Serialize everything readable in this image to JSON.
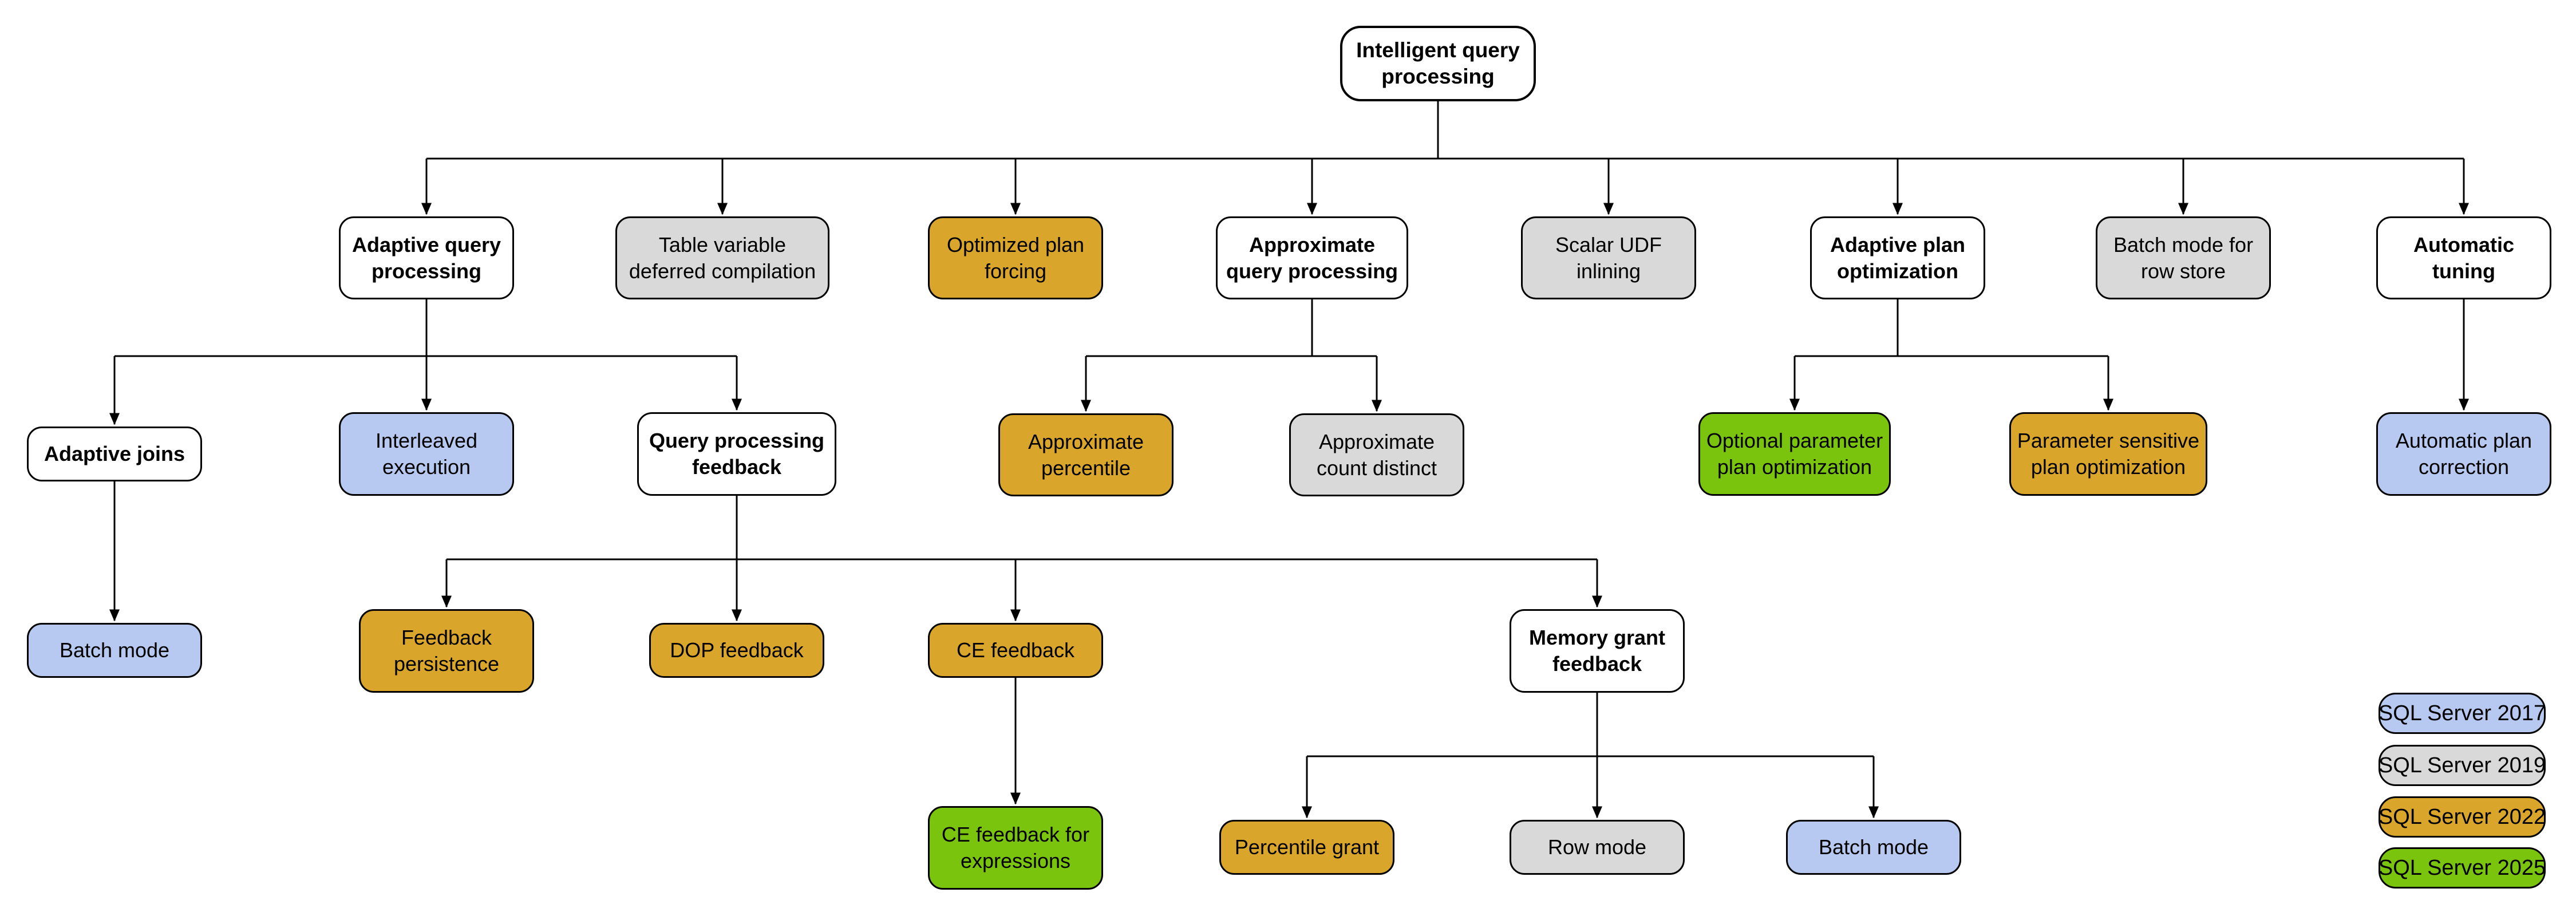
{
  "colors": {
    "white": "#ffffff",
    "gray": "#d9d9d9",
    "gold": "#d9a62b",
    "blue": "#b7c9f0",
    "green": "#7ac40e",
    "line": "#000000",
    "border": "#000000"
  },
  "nodes": [
    {
      "id": "intelligent-query-processing",
      "label": "Intelligent query\nprocessing",
      "fill": "white"
    },
    {
      "id": "adaptive-query-processing",
      "label": "Adaptive query\nprocessing",
      "fill": "white"
    },
    {
      "id": "table-variable-deferred-compilation",
      "label": "Table variable\ndeferred compilation",
      "fill": "gray"
    },
    {
      "id": "optimized-plan-forcing",
      "label": "Optimized plan\nforcing",
      "fill": "gold"
    },
    {
      "id": "approximate-query-processing",
      "label": "Approximate\nquery processing",
      "fill": "white"
    },
    {
      "id": "scalar-udf-inlining",
      "label": "Scalar UDF\ninlining",
      "fill": "gray"
    },
    {
      "id": "adaptive-plan-optimization",
      "label": "Adaptive plan\noptimization",
      "fill": "white"
    },
    {
      "id": "batch-mode-for-row-store",
      "label": "Batch mode for\nrow store",
      "fill": "gray"
    },
    {
      "id": "automatic-tuning",
      "label": "Automatic\ntuning",
      "fill": "white"
    },
    {
      "id": "adaptive-joins",
      "label": "Adaptive joins",
      "fill": "white"
    },
    {
      "id": "interleaved-execution",
      "label": "Interleaved\nexecution",
      "fill": "blue"
    },
    {
      "id": "query-processing-feedback",
      "label": "Query processing\nfeedback",
      "fill": "white"
    },
    {
      "id": "approximate-percentile",
      "label": "Approximate\npercentile",
      "fill": "gold"
    },
    {
      "id": "approximate-count-distinct",
      "label": "Approximate\ncount distinct",
      "fill": "gray"
    },
    {
      "id": "optional-parameter-plan-optimization",
      "label": "Optional parameter\nplan optimization",
      "fill": "green"
    },
    {
      "id": "parameter-sensitive-plan-optimization",
      "label": "Parameter sensitive\nplan optimization",
      "fill": "gold"
    },
    {
      "id": "automatic-plan-correction",
      "label": "Automatic plan\ncorrection",
      "fill": "blue"
    },
    {
      "id": "batch-mode-adaptive-joins",
      "label": "Batch mode",
      "fill": "blue"
    },
    {
      "id": "feedback-persistence",
      "label": "Feedback\npersistence",
      "fill": "gold"
    },
    {
      "id": "dop-feedback",
      "label": "DOP feedback",
      "fill": "gold"
    },
    {
      "id": "ce-feedback",
      "label": "CE feedback",
      "fill": "gold"
    },
    {
      "id": "memory-grant-feedback",
      "label": "Memory grant\nfeedback",
      "fill": "white"
    },
    {
      "id": "ce-feedback-for-expressions",
      "label": "CE feedback for\nexpressions",
      "fill": "green"
    },
    {
      "id": "percentile-grant",
      "label": "Percentile grant",
      "fill": "gold"
    },
    {
      "id": "row-mode",
      "label": "Row mode",
      "fill": "gray"
    },
    {
      "id": "batch-mode-memory-grant",
      "label": "Batch mode",
      "fill": "blue"
    }
  ],
  "legend": {
    "items": [
      {
        "label": "SQL Server 2017",
        "fill": "blue"
      },
      {
        "label": "SQL Server 2019",
        "fill": "gray"
      },
      {
        "label": "SQL Server 2022",
        "fill": "gold"
      },
      {
        "label": "SQL Server 2025",
        "fill": "green"
      }
    ]
  }
}
